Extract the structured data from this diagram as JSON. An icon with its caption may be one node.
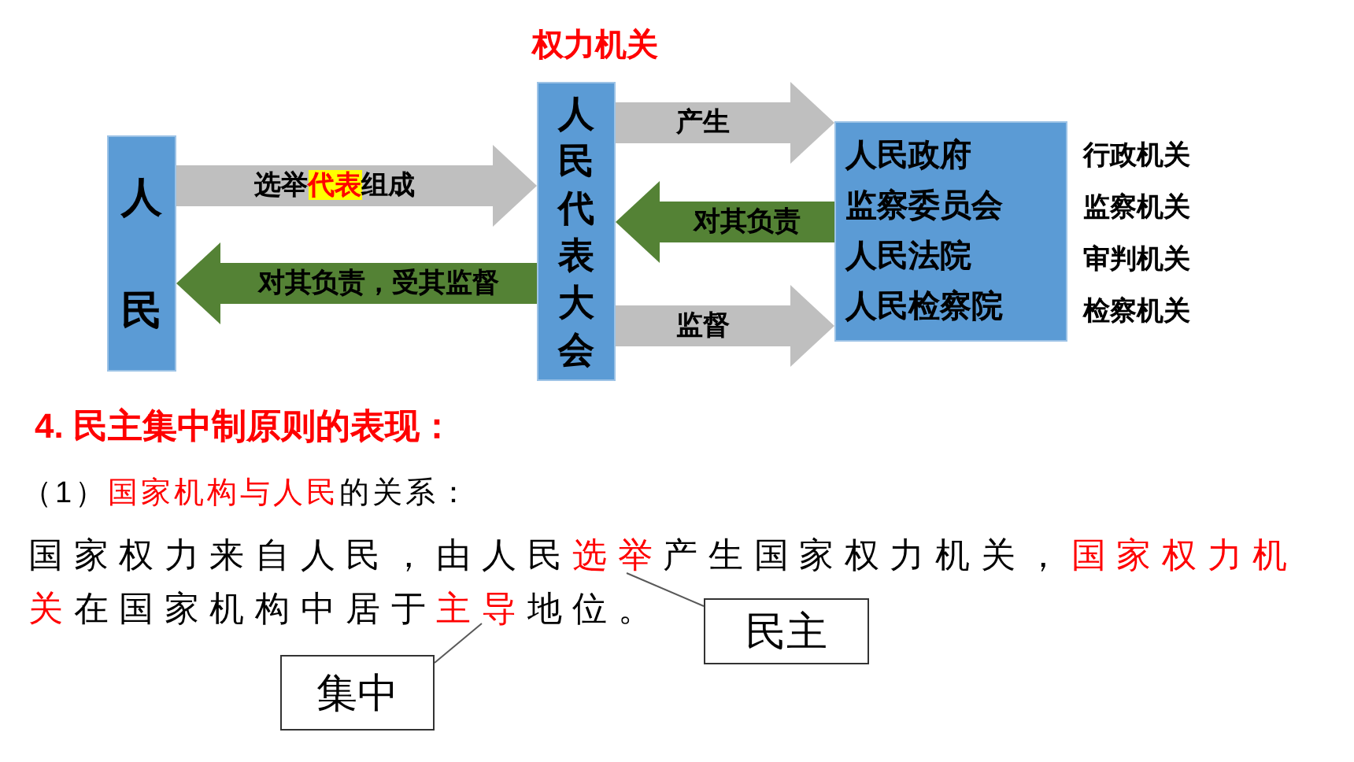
{
  "diagram": {
    "nodes": [
      {
        "text": [
          "人民"
        ]
      },
      {
        "text": [
          "人民代表大会"
        ],
        "beside": [
          "权力机关"
        ]
      },
      {
        "text": [
          "人民政府",
          "监察委员会",
          "人民法院",
          "人民检察院"
        ],
        "beside": [
          "行政机关",
          "监察机关",
          "审判机关",
          "检察机关"
        ]
      },
      {
        "text": [
          "民主"
        ]
      },
      {
        "text": [
          "集中"
        ]
      },
      {
        "text": [
          "国家权力来自人民，由人民**选举**产生国家权力机关，**国家权力机关**在国家机构中居于**主导**地位。"
        ]
      }
    ],
    "edges": [
      {
        "from": 0,
        "to": 1,
        "arrow": "to",
        "label": "选举**代表**组成"
      },
      {
        "from": 1,
        "to": 0,
        "arrow": "to",
        "label": "对其负责，受其监督",
        "color": "#548235"
      },
      {
        "from": 1,
        "to": 2,
        "arrow": "to",
        "label": "产生"
      },
      {
        "from": 2,
        "to": 1,
        "arrow": "to",
        "label": "对其负责",
        "color": "#548235"
      },
      {
        "from": 1,
        "to": 2,
        "arrow": "to",
        "label": "监督"
      },
      {
        "from": 3,
        "to": 5,
        "arrow": "none",
        "color": "#595959"
      },
      {
        "from": 4,
        "to": 5,
        "arrow": "none",
        "color": "#595959"
      }
    ],
    "labels": [
      "4. 民主集中制原则的表现：",
      "（1）**国家机构与人民**的关系："
    ]
  }
}
